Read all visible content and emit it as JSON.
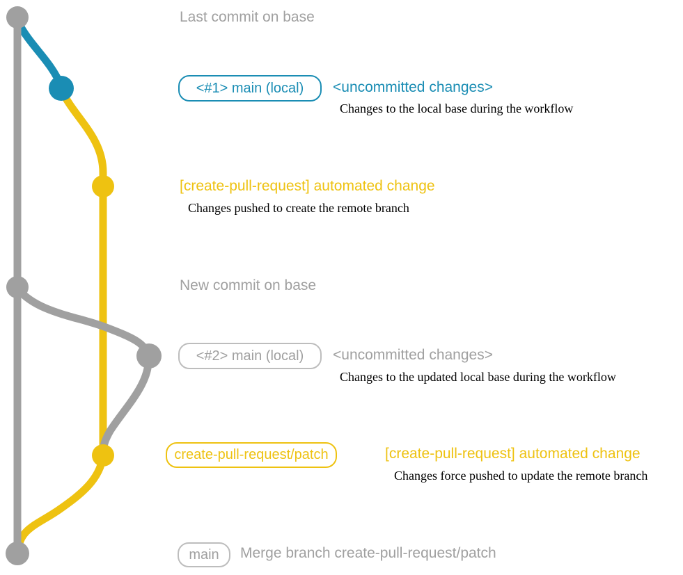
{
  "colors": {
    "line_gray": "#a0a0a0",
    "text_gray": "#a0a0a0",
    "badge_gray_border": "#bdbdbd",
    "blue": "#1a8db4",
    "yellow": "#eec211",
    "desc_color": "#000000"
  },
  "graph": {
    "nodes": [
      {
        "name": "last-commit-on-base",
        "color": "gray"
      },
      {
        "name": "local-main-1",
        "color": "blue"
      },
      {
        "name": "automated-change-1",
        "color": "yellow"
      },
      {
        "name": "new-commit-on-base",
        "color": "gray"
      },
      {
        "name": "local-main-2",
        "color": "gray"
      },
      {
        "name": "automated-change-2",
        "color": "yellow"
      },
      {
        "name": "merge-commit",
        "color": "gray"
      }
    ]
  },
  "rows": {
    "last_commit": {
      "label": "Last commit on base"
    },
    "local_main_1": {
      "badge": "<#1> main (local)",
      "heading": "<uncommitted changes>",
      "desc": "Changes to the local base during the workflow"
    },
    "automated_change_1": {
      "heading": "[create-pull-request] automated change",
      "desc": "Changes pushed to create the remote branch"
    },
    "new_commit": {
      "label": "New commit on base"
    },
    "local_main_2": {
      "badge": "<#2> main (local)",
      "heading": "<uncommitted changes>",
      "desc": "Changes to the updated local base during the workflow"
    },
    "patch_branch": {
      "badge": "create-pull-request/patch",
      "heading": "[create-pull-request] automated change",
      "desc": "Changes force pushed to update the remote branch"
    },
    "merge": {
      "badge": "main",
      "label": "Merge branch create-pull-request/patch"
    }
  }
}
